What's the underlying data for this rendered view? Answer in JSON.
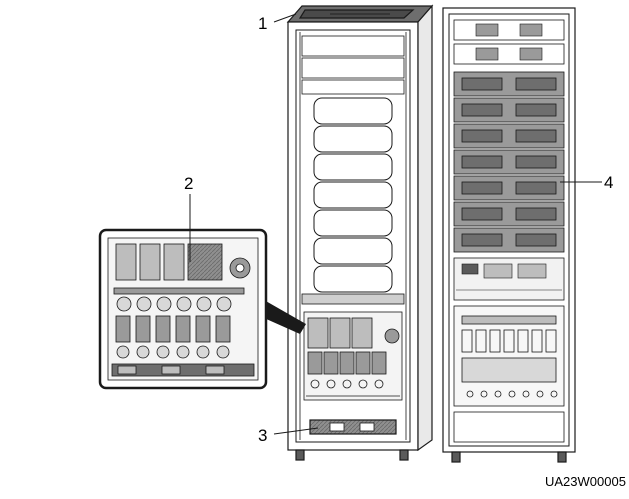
{
  "callouts": {
    "c1": "1",
    "c2": "2",
    "c3": "3",
    "c4": "4"
  },
  "figure_id": "UA23W00005",
  "colors": {
    "line": "#1a1a1a",
    "gray_fill": "#9a9a9a",
    "dark_gray": "#5a5a5a",
    "light_gray": "#d8d8d8",
    "roof": "#6e6e6e"
  }
}
